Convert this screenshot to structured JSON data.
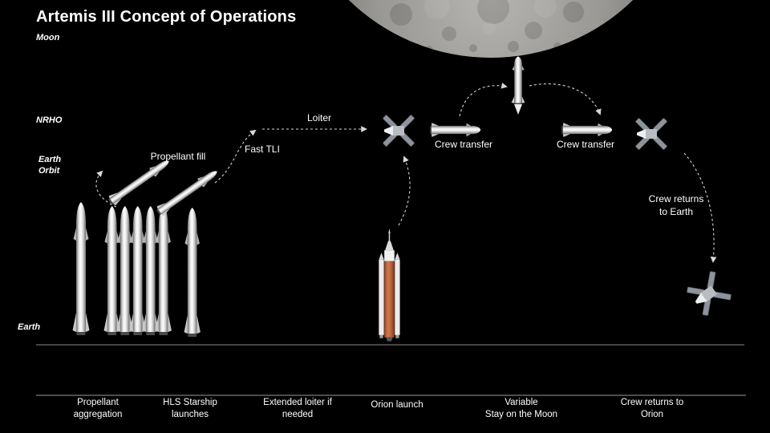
{
  "title": "Artemis III Concept of Operations",
  "regions": {
    "moon": "Moon",
    "nrho": "NRHO",
    "earth_orbit": "Earth\nOrbit",
    "earth": "Earth"
  },
  "annotations": {
    "propellant_fill": "Propellant fill",
    "fast_tli": "Fast TLI",
    "loiter": "Loiter",
    "crew_transfer_left": "Crew transfer",
    "crew_transfer_right": "Crew transfer",
    "crew_returns": "Crew returns\nto Earth"
  },
  "timeline": {
    "phases": [
      "Propellant\naggregation",
      "HLS Starship\nlaunches",
      "Extended loiter if\nneeded",
      "Orion launch",
      "Variable\nStay on the Moon",
      "Crew returns to\nOrion"
    ]
  },
  "colors": {
    "background": "#000000",
    "text": "#ffffff",
    "line": "#8a8a8a",
    "trajectory": "#d4d4d4",
    "sls_core_orange": "#c06a40",
    "moon_gray": "#9a9894",
    "spacecraft_silver": "#e9e9e9"
  }
}
